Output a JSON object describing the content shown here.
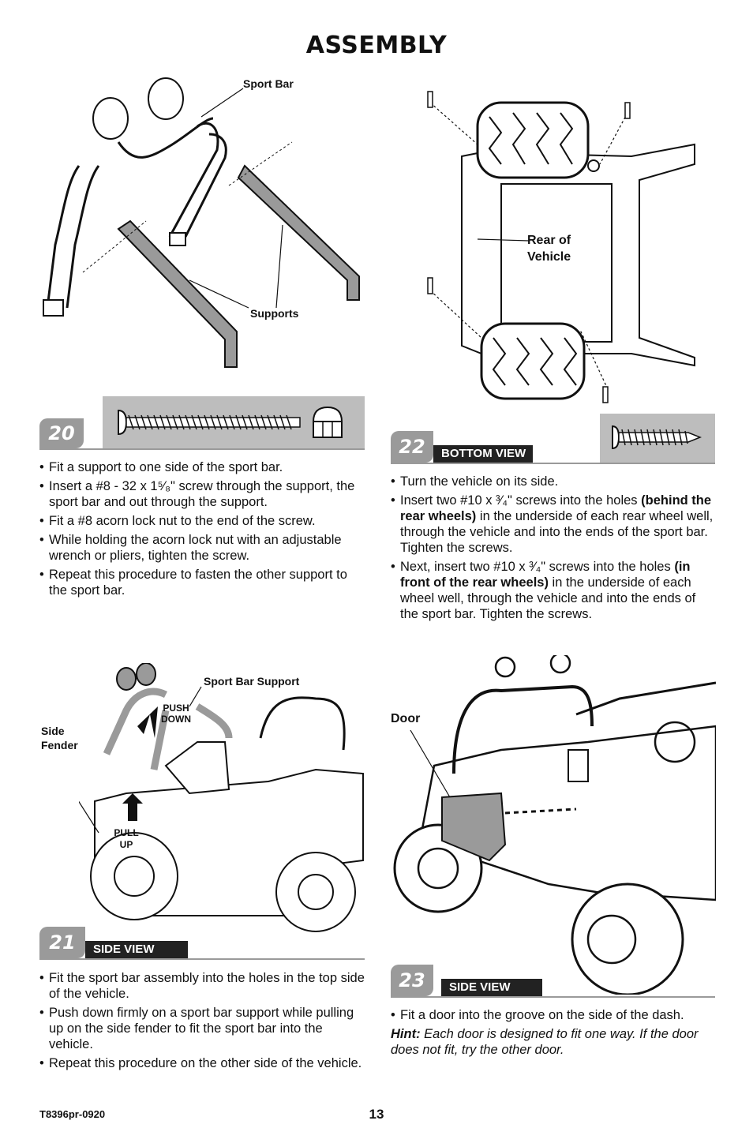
{
  "page": {
    "title": "ASSEMBLY",
    "footer_code": "T8396pr-0920",
    "page_number": "13"
  },
  "step20": {
    "number": "20",
    "labels": {
      "sport_bar": "Sport Bar",
      "supports": "Supports"
    },
    "bullets": [
      "Fit a support to one side of the sport bar.",
      "Insert a #8 - 32 x 1⁵⁄₈\" screw through the support, the sport bar and out through the support.",
      "Fit a #8 acorn lock nut to the end of the screw.",
      "While holding the acorn lock nut with an adjustable wrench or pliers, tighten the screw.",
      "Repeat this procedure to fasten the other support to the sport bar."
    ]
  },
  "step22": {
    "number": "22",
    "tag": "BOTTOM VIEW",
    "labels": {
      "rear_line1": "Rear of",
      "rear_line2": "Vehicle"
    },
    "bullet1": "Turn the vehicle on its side.",
    "bullet2_pre": "Insert two #10 x ³⁄₄\" screws into the holes ",
    "bullet2_bold": "(behind the rear wheels)",
    "bullet2_post": " in the underside of each rear wheel well, through the vehicle and into the ends of the sport bar. Tighten the screws.",
    "bullet3_pre": "Next, insert two #10 x ³⁄₄\" screws into the holes ",
    "bullet3_bold": "(in front of the rear wheels)",
    "bullet3_post": " in the underside of each wheel well, through the vehicle and into the ends of the sport bar. Tighten the screws."
  },
  "step21": {
    "number": "21",
    "tag": "SIDE VIEW",
    "labels": {
      "sport_bar_support": "Sport Bar Support",
      "push": "PUSH",
      "down": "DOWN",
      "side": "Side",
      "fender": "Fender",
      "pull": "PULL",
      "up": "UP"
    },
    "bullets": [
      "Fit the sport bar assembly into the holes in the top side of the vehicle.",
      "Push down firmly on a sport bar support while pulling up on the side fender to fit the sport bar into the vehicle.",
      "Repeat this procedure on the other side of the vehicle."
    ]
  },
  "step23": {
    "number": "23",
    "tag": "SIDE VIEW",
    "labels": {
      "door": "Door"
    },
    "bullets": [
      "Fit a door into the groove on the side of the dash."
    ],
    "hint_label": "Hint:",
    "hint_text": " Each door is designed to fit one way. If the door does not fit, try the other door."
  },
  "colors": {
    "step_gray": "#9a9a9a",
    "hardware_bg": "#bdbdbd",
    "tag_bg": "#222222"
  }
}
